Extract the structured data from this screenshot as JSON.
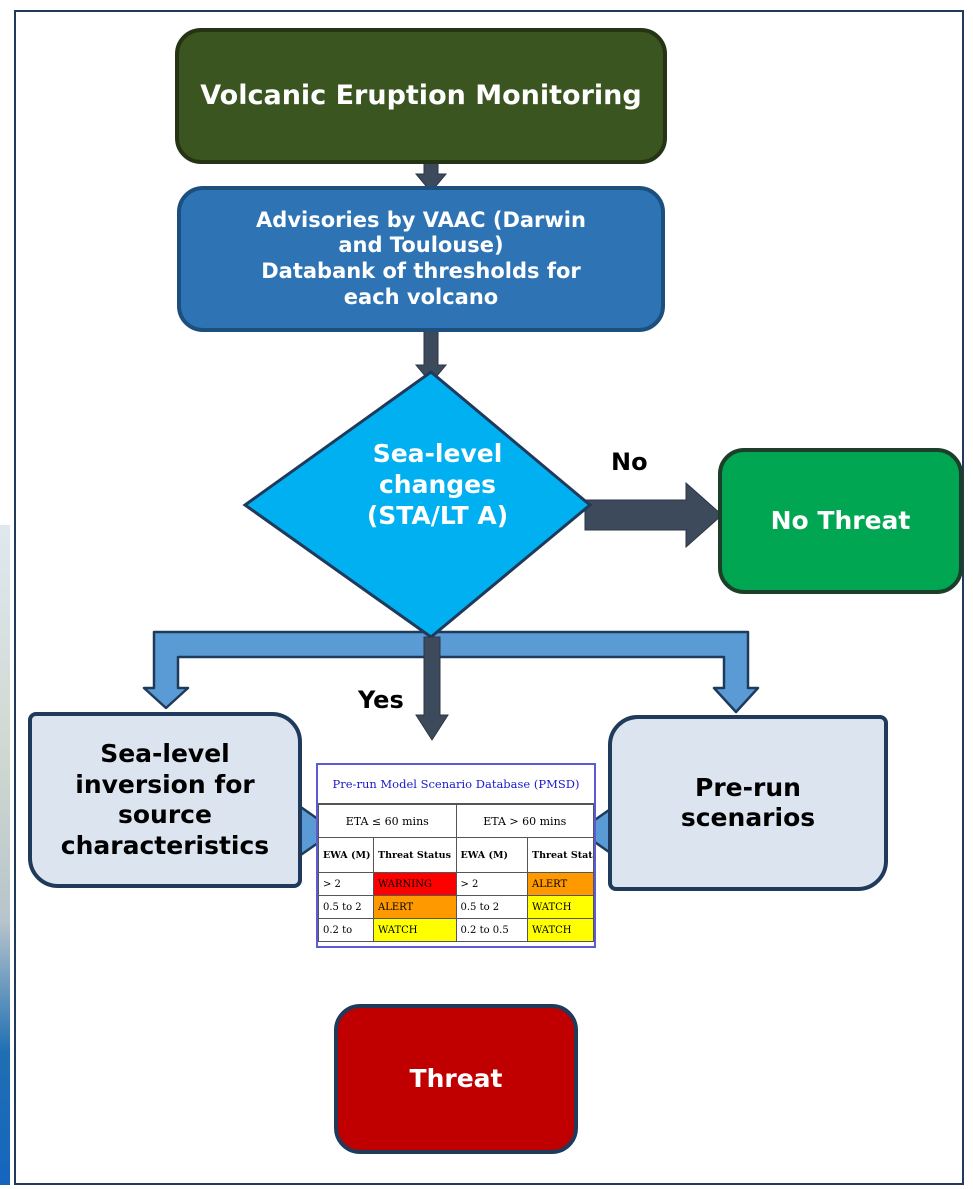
{
  "nodes": {
    "monitoring": "Volcanic Eruption Monitoring",
    "advisories": [
      "Advisories by VAAC (Darwin",
      "and Toulouse)",
      "Databank of thresholds for",
      "each volcano"
    ],
    "decision": [
      "Sea-level",
      "changes",
      "(STA/LT",
      "A)"
    ],
    "no_threat": "No Threat",
    "inversion": [
      "Sea-level",
      "inversion for",
      "source",
      "characteristics"
    ],
    "prerun": [
      "Pre-run",
      "scenarios"
    ],
    "threat": "Threat"
  },
  "edges": {
    "no_label": "No",
    "yes_label": "Yes"
  },
  "pmsd": {
    "title": "Pre-run Model Scenario Database (PMSD)",
    "group_headers": [
      "ETA ≤ 60 mins",
      "ETA > 60 mins"
    ],
    "sub_headers": [
      "EWA (M)",
      "Threat Status",
      "EWA (M)",
      "Threat Stat"
    ],
    "rows": [
      [
        "> 2",
        "WARNING",
        "> 2",
        "ALERT"
      ],
      [
        "0.5 to 2",
        "ALERT",
        "0.5 to 2",
        "WATCH"
      ],
      [
        "0.2 to",
        "WATCH",
        "0.2 to 0.5",
        "WATCH"
      ]
    ],
    "status_colors": {
      "WARNING": "#ff0000",
      "ALERT": "#ff9900",
      "WATCH": "#ffff00"
    }
  },
  "colors": {
    "monitoring": "#3a5520",
    "advisories": "#2e74b5",
    "decision": "#00b0f0",
    "no_threat": "#00a651",
    "threat": "#c00000",
    "light_box": "#dce4f0",
    "dark_arrow": "#3d4a5c",
    "blue_arrow": "#5b9bd5"
  }
}
